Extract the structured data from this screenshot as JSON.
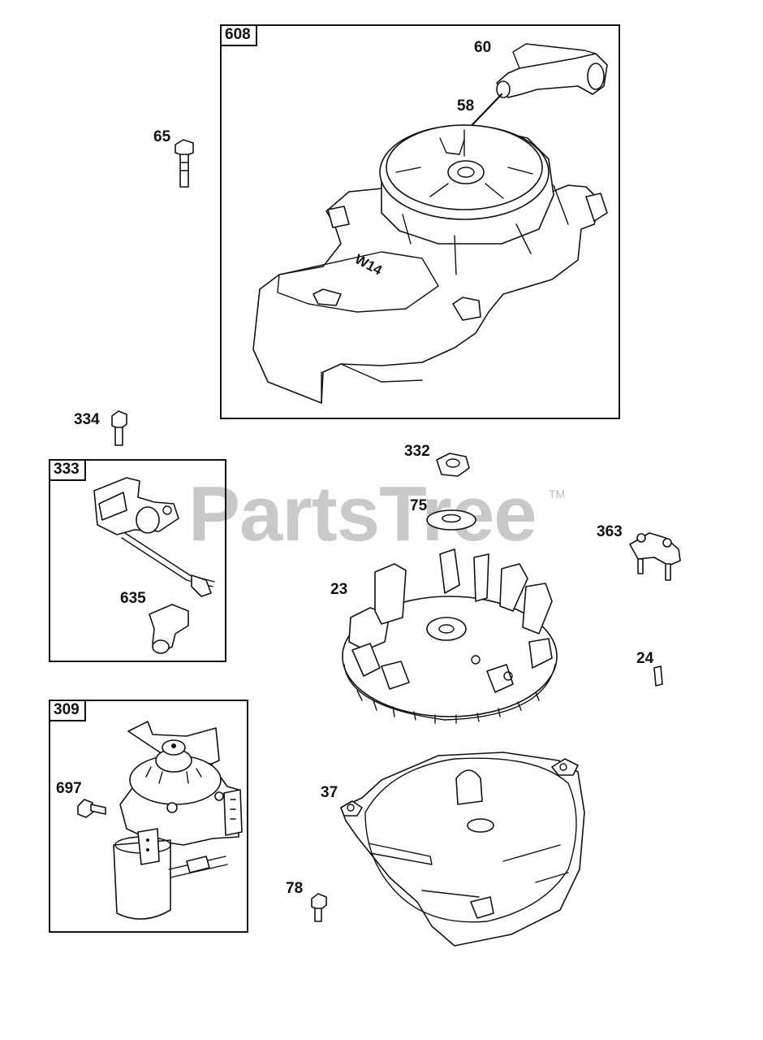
{
  "watermark": {
    "text": "PartsTree",
    "trademark": "TM"
  },
  "groups": {
    "g608": "608",
    "g333": "333",
    "g309": "309"
  },
  "callouts": {
    "c60": "60",
    "c58": "58",
    "c65": "65",
    "c334": "334",
    "c332": "332",
    "c75": "75",
    "c363": "363",
    "c23": "23",
    "c635": "635",
    "c24": "24",
    "c697": "697",
    "c37": "37",
    "c78": "78"
  },
  "housing_marking": "W14"
}
